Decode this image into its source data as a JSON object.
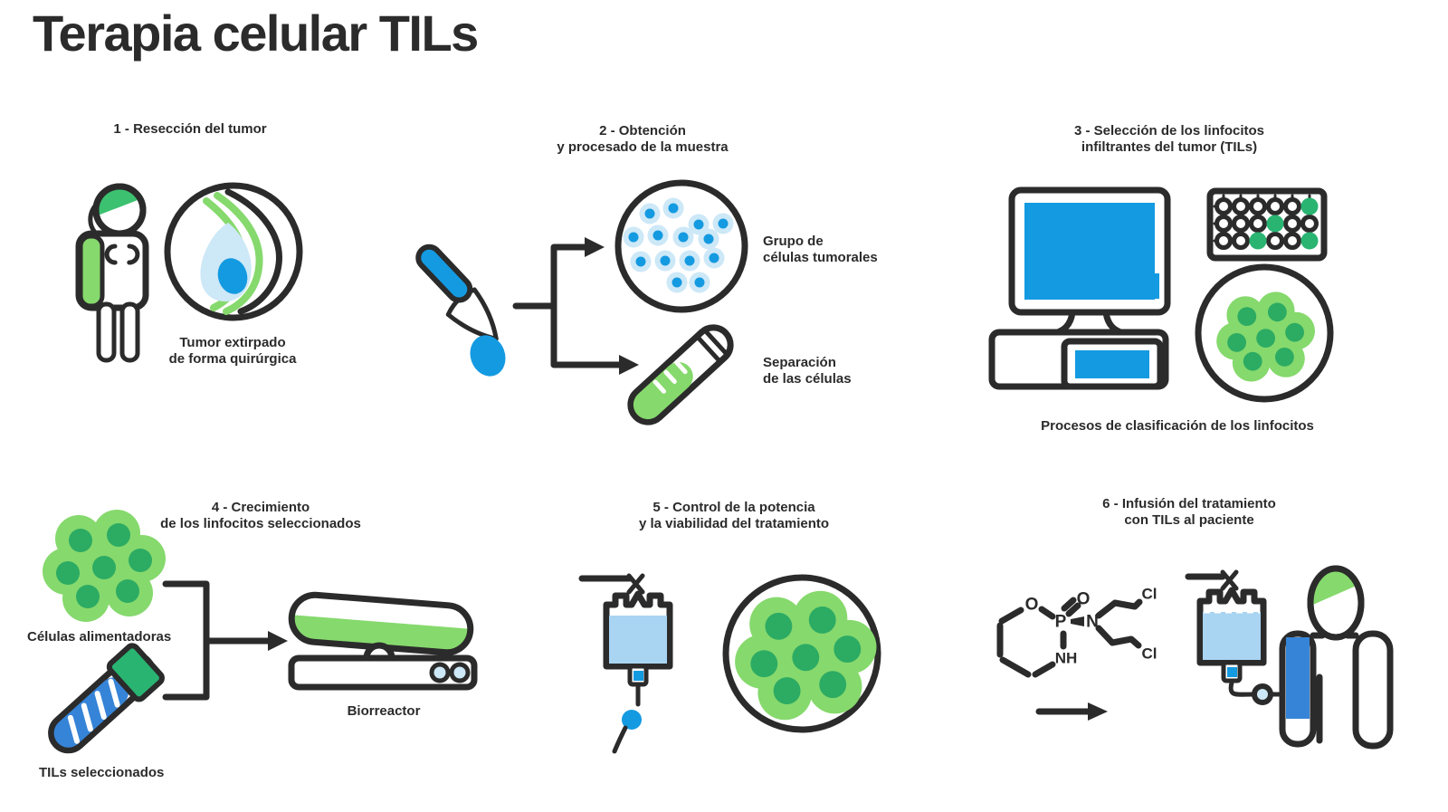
{
  "title": "Terapia celular TILs",
  "colors": {
    "outline": "#2b2b2b",
    "blue": "#149ae1",
    "armblue": "#3684d7",
    "lightblue": "#a9d4f2",
    "paleblue": "#cde8f7",
    "green": "#86d96d",
    "darkgreen": "#2cab63",
    "midgreen": "#3cc170",
    "capgreen": "#29b472"
  },
  "steps": {
    "step1": {
      "header": "1 - Resección del tumor",
      "caption": "Tumor extirpado\nde forma quirúrgica"
    },
    "step2": {
      "header": "2 - Obtención\ny procesado de la muestra",
      "label_cells": "Grupo de\ncélulas tumorales",
      "label_separation": "Separación\nde las células"
    },
    "step3": {
      "header": "3 - Selección de los linfocitos\ninfiltrantes del tumor (TILs)",
      "caption": "Procesos de clasificación de los linfocitos"
    },
    "step4": {
      "header": "4 - Crecimiento\nde los linfocitos seleccionados",
      "label_feeder": "Células alimentadoras",
      "label_tils": "TILs seleccionados",
      "label_bioreactor": "Biorreactor"
    },
    "step5": {
      "header": "5 - Control de la potencia\ny la viabilidad del tratamiento"
    },
    "step6": {
      "header": "6 - Infusión del tratamiento\ncon TILs al paciente",
      "atoms": {
        "ring_o": "O",
        "p": "P",
        "double_o": "O",
        "nh": "NH",
        "n": "N",
        "cl_top": "Cl",
        "cl_bottom": "Cl"
      }
    }
  }
}
